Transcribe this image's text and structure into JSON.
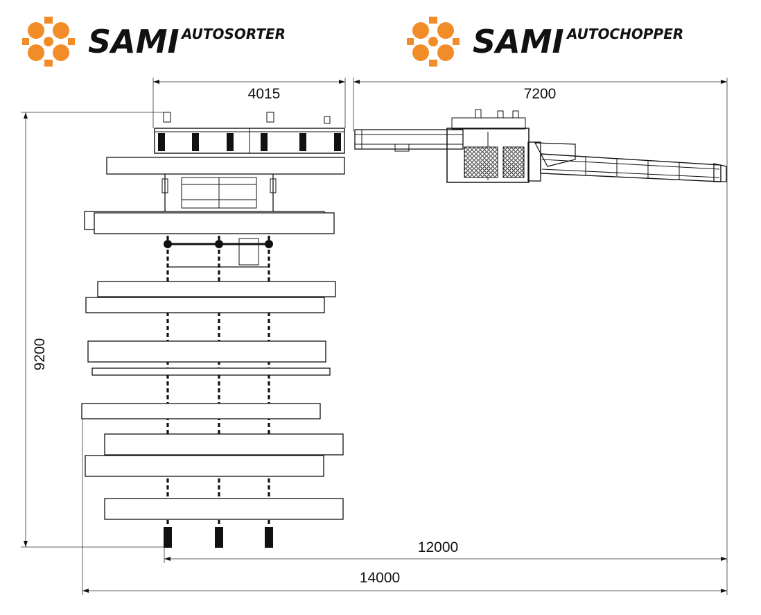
{
  "logos": [
    {
      "brand": "SAMI",
      "product": "AUTOSORTER",
      "color": "#F28C28"
    },
    {
      "brand": "SAMI",
      "product": "AUTOCHOPPER",
      "color": "#F28C28"
    }
  ],
  "dimensions": {
    "sorter_width": "4015",
    "chopper_length": "7200",
    "total_height": "9200",
    "chain_length": "12000",
    "total_length": "14000"
  },
  "colors": {
    "accent": "#F28C28",
    "line": "#111111",
    "background": "#ffffff"
  }
}
